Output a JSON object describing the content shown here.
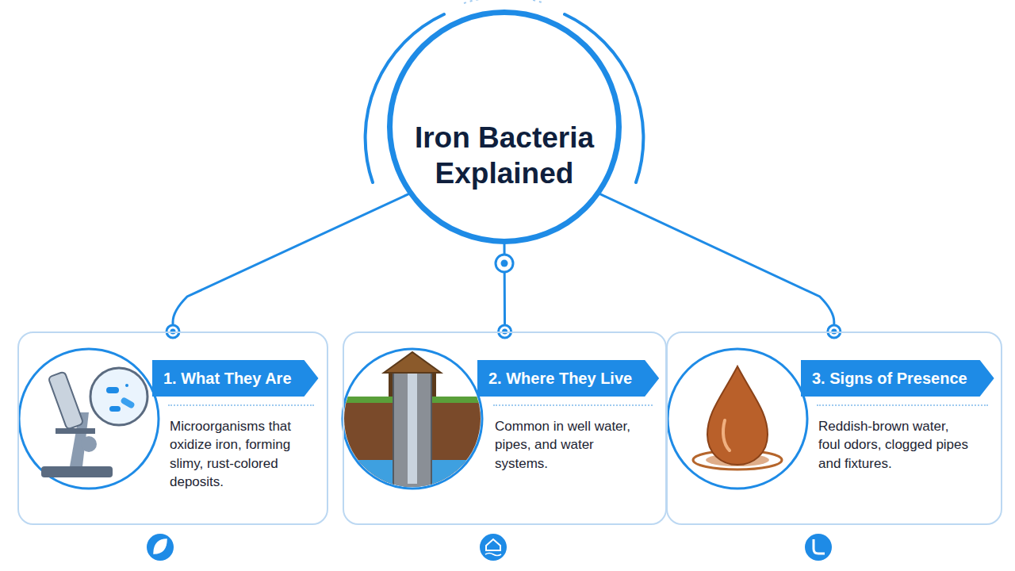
{
  "diagram": {
    "nodes": [
      {
        "text": [
          "Iron Bacteria Explained"
        ]
      },
      {
        "text": [
          "1. What They Are",
          "Microorganisms that oxidize iron, forming slimy, rust-colored deposits."
        ]
      },
      {
        "text": [
          "2. Where They Live",
          "Common in well water, pipes, and water systems."
        ]
      },
      {
        "text": [
          "3. Signs of Presence",
          "Reddish-brown water, foul odors, clogged pipes and fixtures."
        ]
      }
    ],
    "edges": [
      {
        "from": 0,
        "to": 1,
        "arrow": "none"
      },
      {
        "from": 0,
        "to": 2,
        "arrow": "none"
      },
      {
        "from": 0,
        "to": 3,
        "arrow": "none"
      }
    ]
  }
}
